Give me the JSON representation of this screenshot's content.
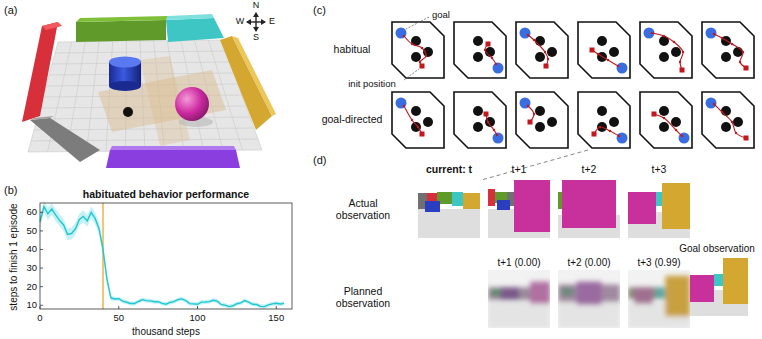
{
  "diagram": {
    "labels": [
      "(a)",
      "N",
      "W",
      "E",
      "S",
      "(b)",
      "habituated behavior performance",
      "steps to finish 1 episode",
      "thousand steps",
      "60",
      "50",
      "40",
      "30",
      "20",
      "10",
      "0",
      "50",
      "100",
      "150",
      "(c)",
      "goal",
      "init position",
      "habitual",
      "goal-directed",
      "(d)",
      "current: t",
      "t+1",
      "t+2",
      "t+3",
      "Actual observation",
      "Goal observation",
      "t+1 (0.00)",
      "t+2 (0.00)",
      "t+3 (0.99)",
      "Planned observation"
    ]
  }
}
